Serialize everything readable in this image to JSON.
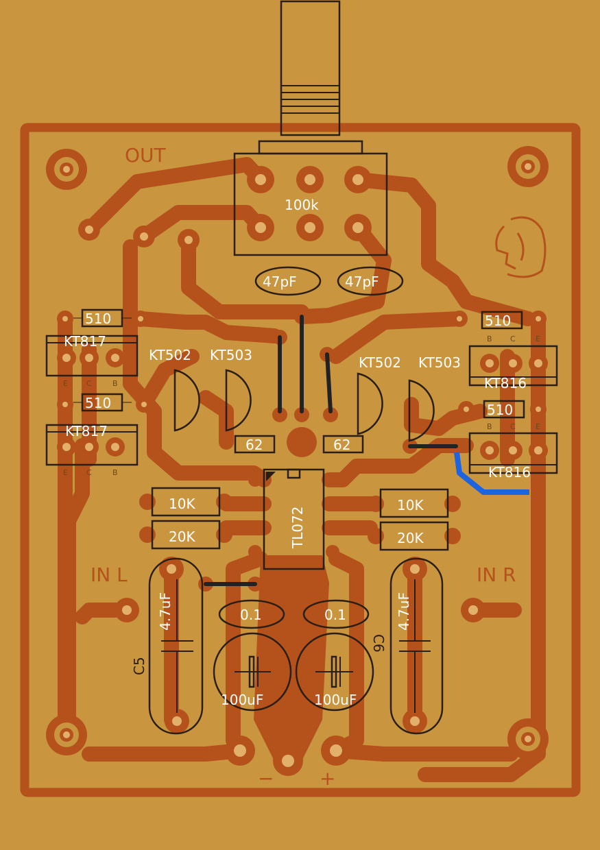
{
  "colors": {
    "board": "#c9953f",
    "copper": "#b5521c",
    "silk": "#2a1e12",
    "jumper": "#222222",
    "wire": "#1e64e0"
  },
  "labels": {
    "out": "OUT",
    "in_left": "IN L",
    "in_right": "IN R",
    "c5": "C5",
    "c6": "C6",
    "minus": "−",
    "plus": "+"
  },
  "components": {
    "pot": "100k",
    "cap_47pf_left": "47pF",
    "cap_47pf_right": "47pF",
    "r510_1": "510",
    "r510_2": "510",
    "r510_3": "510",
    "r510_4": "510",
    "kt817_top": "KT817",
    "kt817_bottom": "KT817",
    "kt816_top": "KT816",
    "kt816_bottom": "KT816",
    "kt502_left": "KT502",
    "kt503_left": "KT503",
    "kt502_right": "KT502",
    "kt503_right": "KT503",
    "r62_left": "62",
    "r62_right": "62",
    "opamp": "TL072",
    "r10k_left": "10K",
    "r20k_left": "20K",
    "r10k_right": "10K",
    "r20k_right": "20K",
    "c47uf_left": "4.7uF",
    "c47uf_right": "4.7uF",
    "c01_left": "0.1",
    "c01_right": "0.1",
    "c100uf_left": "100uF",
    "c100uf_right": "100uF"
  },
  "pins": {
    "e": "E",
    "c": "C",
    "b": "B"
  }
}
